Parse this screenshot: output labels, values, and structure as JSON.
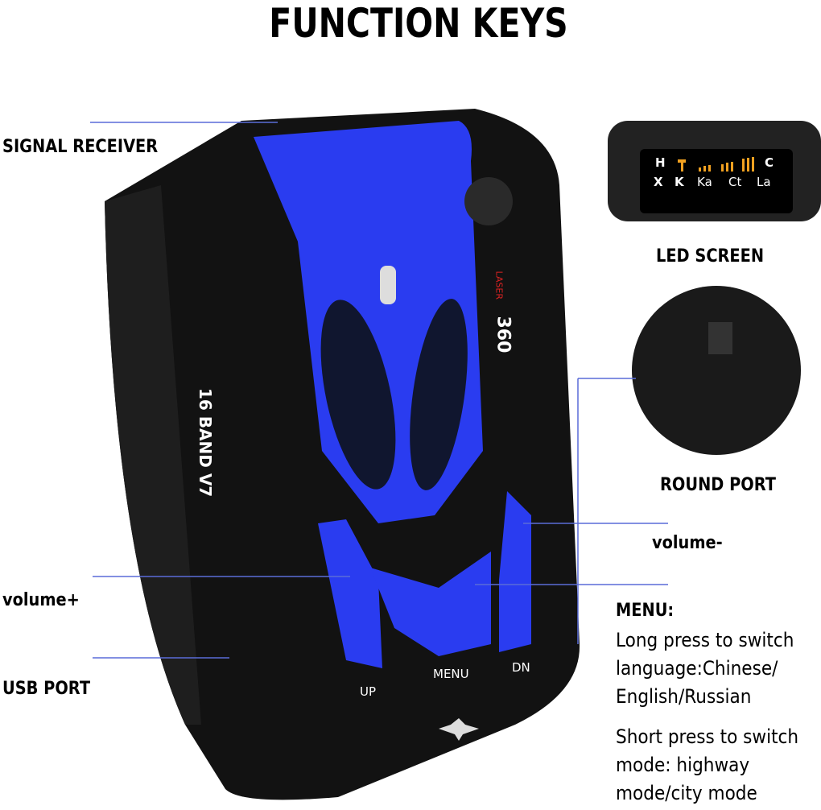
{
  "title": "FUNCTION KEYS",
  "labels": {
    "signal_receiver": "SIGNAL RECEIVER",
    "led_screen": "LED SCREEN",
    "round_port": "ROUND PORT",
    "volume_minus": "volume-",
    "volume_plus": "volume+",
    "usb_port": "USB PORT",
    "menu_title": "MENU:"
  },
  "menu_desc": {
    "long_press": "Long press to switch language:Chinese/ English/Russian",
    "short_press": "Short press to switch mode: highway mode/city mode"
  },
  "device": {
    "band_text": "16 BAND V7",
    "model": "360",
    "laser": "LASER",
    "up": "UP",
    "menu": "MENU",
    "dn": "DN"
  },
  "screen": {
    "row1": [
      "H",
      "C"
    ],
    "row2": [
      "X",
      "K",
      "Ka",
      "Ct",
      "La"
    ]
  },
  "colors": {
    "accent_blue": "#2a3cf0",
    "line_blue": "#5a6cd8",
    "screen_orange": "#f0a020"
  }
}
